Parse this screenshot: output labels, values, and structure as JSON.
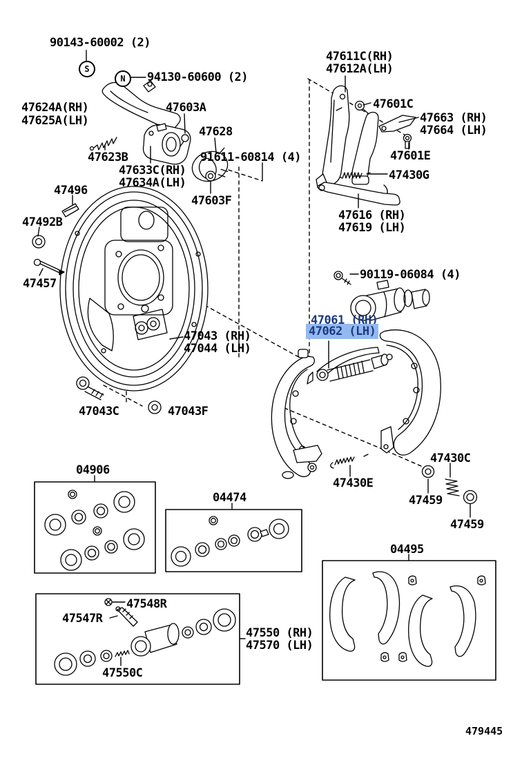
{
  "page": {
    "background": "#ffffff",
    "drawing_number": "479445"
  },
  "highlight": {
    "bg": "#93b9f0",
    "text_color": "#1c3a80",
    "highlighted_part": "47062 (LH)"
  },
  "callouts": {
    "s": "S",
    "n": "N"
  },
  "labels": [
    {
      "id": "90143-60002",
      "text": "90143-60002 (2)"
    },
    {
      "id": "94130-60600",
      "text": "94130-60600 (2)"
    },
    {
      "id": "47624A-RH",
      "text": "47624A(RH)"
    },
    {
      "id": "47625A-LH",
      "text": "47625A(LH)"
    },
    {
      "id": "47603A",
      "text": "47603A"
    },
    {
      "id": "47628",
      "text": "47628"
    },
    {
      "id": "47623B",
      "text": "47623B"
    },
    {
      "id": "91611-60814",
      "text": "91611-60814 (4)"
    },
    {
      "id": "47633C-RH",
      "text": "47633C(RH)"
    },
    {
      "id": "47634A-LH",
      "text": "47634A(LH)"
    },
    {
      "id": "47496",
      "text": "47496"
    },
    {
      "id": "47603F",
      "text": "47603F"
    },
    {
      "id": "47492B",
      "text": "47492B"
    },
    {
      "id": "47457",
      "text": "47457"
    },
    {
      "id": "47611C-RH",
      "text": "47611C(RH)"
    },
    {
      "id": "47612A-LH",
      "text": "47612A(LH)"
    },
    {
      "id": "47601C",
      "text": "47601C"
    },
    {
      "id": "47663-RH",
      "text": "47663 (RH)"
    },
    {
      "id": "47664-LH",
      "text": "47664 (LH)"
    },
    {
      "id": "47601E",
      "text": "47601E"
    },
    {
      "id": "47430G",
      "text": "47430G"
    },
    {
      "id": "47616-RH",
      "text": "47616 (RH)"
    },
    {
      "id": "47619-LH",
      "text": "47619 (LH)"
    },
    {
      "id": "90119-06084",
      "text": "90119-06084 (4)"
    },
    {
      "id": "47061-RH",
      "text": "47061 (RH)"
    },
    {
      "id": "47062-LH",
      "text": "47062 (LH)"
    },
    {
      "id": "47043-RH",
      "text": "47043 (RH)"
    },
    {
      "id": "47044-LH",
      "text": "47044 (LH)"
    },
    {
      "id": "47043C",
      "text": "47043C"
    },
    {
      "id": "47043F",
      "text": "47043F"
    },
    {
      "id": "04906",
      "text": "04906"
    },
    {
      "id": "04474",
      "text": "04474"
    },
    {
      "id": "47430C",
      "text": "47430C"
    },
    {
      "id": "47430E",
      "text": "47430E"
    },
    {
      "id": "47459-left",
      "text": "47459"
    },
    {
      "id": "47459-right",
      "text": "47459"
    },
    {
      "id": "04495",
      "text": "04495"
    },
    {
      "id": "47548R",
      "text": "47548R"
    },
    {
      "id": "47547R",
      "text": "47547R"
    },
    {
      "id": "47550-RH",
      "text": "47550 (RH)"
    },
    {
      "id": "47570-LH",
      "text": "47570 (LH)"
    },
    {
      "id": "47550C",
      "text": "47550C"
    },
    {
      "id": "479445",
      "text": "479445"
    }
  ]
}
